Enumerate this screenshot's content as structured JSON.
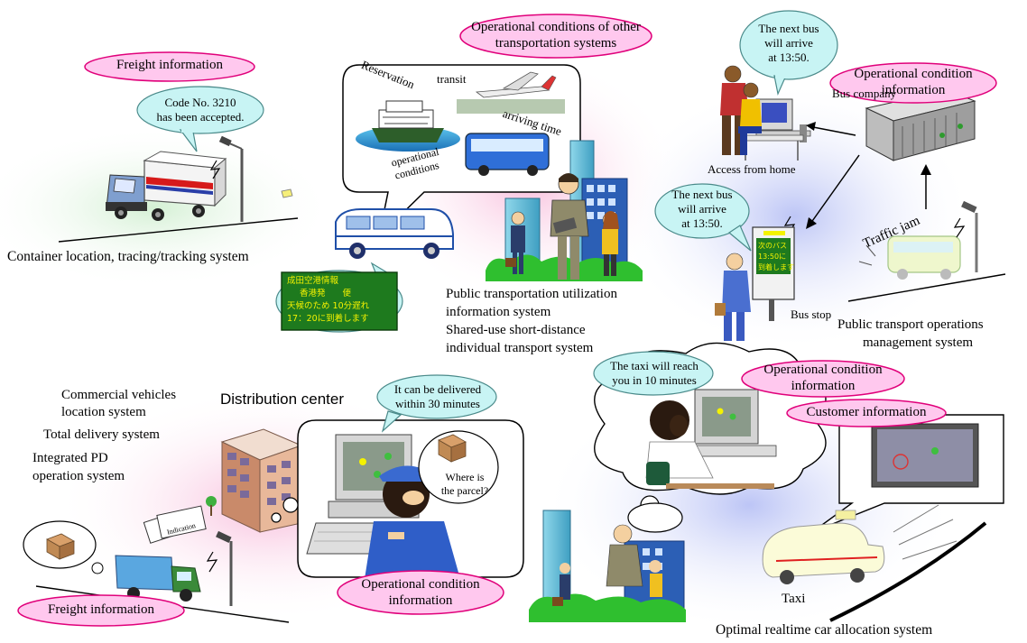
{
  "colors": {
    "pink_label_fill": "#ffc8ee",
    "pink_label_stroke": "#e0007a",
    "speech_bubble_fill": "#c8f4f4",
    "speech_bubble_stroke": "#4a8a8a",
    "sign_board_fill": "#1e7a1e",
    "sign_board_text": "#f4f200"
  },
  "labels": {
    "freight_info_top": "Freight information",
    "freight_info_bottom": "Freight information",
    "op_other_line1": "Operational conditions of other",
    "op_other_line2": "transportation systems",
    "op_cond_topright_line1": "Operational condition",
    "op_cond_topright_line2": "information",
    "op_cond_bottomright_line1": "Operational condition",
    "op_cond_bottomright_line2": "information",
    "op_cond_center_line1": "Operational condition",
    "op_cond_center_line2": "information",
    "customer_info": "Customer information"
  },
  "bubbles": {
    "code_line1": "Code No. 3210",
    "code_line2": "has been accepted.",
    "next_bus_top_line1": "The next bus",
    "next_bus_top_line2": "will arrive",
    "next_bus_top_line3": "at 13:50.",
    "next_bus_stop_line1": "The next bus",
    "next_bus_stop_line2": "will arrive",
    "next_bus_stop_line3": "at 13:50.",
    "delivered_line1": "It can be delivered",
    "delivered_line2": "within 30 minutes",
    "taxi_line1": "The taxi will reach",
    "taxi_line2": "you in 10 minutes",
    "parcel_line1": "Where is",
    "parcel_line2": "the parcel?"
  },
  "thought_words": {
    "reservation": "Reservation",
    "transit": "transit",
    "arriving_time": "arriving time",
    "operational_line1": "operational",
    "operational_line2": "conditions"
  },
  "sign_board": {
    "line1": "成田空港情報",
    "line2": "香港発　　便",
    "line3": "天候のため 10分遅れ",
    "line4": "17：20に到着します"
  },
  "bus_stop_display": {
    "line1": "次のバス",
    "line2": "13:50に",
    "line3": "到着します"
  },
  "captions": {
    "container": "Container location, tracing/tracking system",
    "public_util_line1": "Public transportation utilization",
    "public_util_line2": "information system",
    "shared_line1": "Shared-use short-distance",
    "shared_line2": "individual transport system",
    "bus_company": "Bus company",
    "access_home": "Access from home",
    "bus_stop": "Bus stop",
    "traffic_jam": "Traffic jam",
    "ptoms_line1": "Public transport operations",
    "ptoms_line2": "management system",
    "commercial_line1": "Commercial vehicles",
    "commercial_line2": "location system",
    "total_delivery": "Total delivery system",
    "integrated_line1": "Integrated PD",
    "integrated_line2": "operation system",
    "distribution_center": "Distribution center",
    "indication": "Indication",
    "taxi": "Taxi",
    "optimal": "Optimal realtime car allocation system"
  }
}
